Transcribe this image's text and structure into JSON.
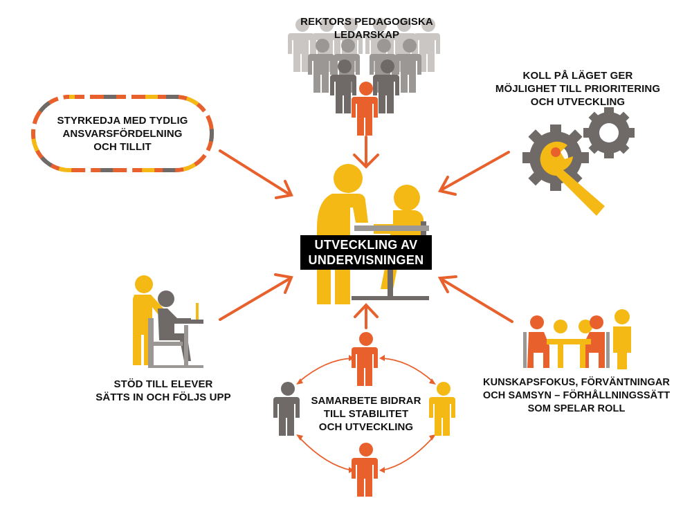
{
  "colors": {
    "orange": "#e8602c",
    "yellow": "#f4b914",
    "gray_dark": "#6f6a67",
    "gray_mid": "#9b9794",
    "gray_light": "#c9c6c4",
    "black": "#000000"
  },
  "center": {
    "line1": "UTVECKLING AV",
    "line2": "UNDERVISNINGEN"
  },
  "nodes": {
    "top": {
      "line1": "REKTORS PEDAGOGISKA",
      "line2": "LEDARSKAP",
      "icon": "people-pyramid-icon"
    },
    "top_right": {
      "line1": "KOLL PÅ LÄGET GER",
      "line2": "MÖJLIGHET TILL PRIORITERING",
      "line3": "OCH UTVECKLING",
      "icon": "gears-wrench-icon"
    },
    "top_left": {
      "line1": "STYRKEDJA MED TYDLIG",
      "line2": "ANSVARSFÖRDELNING",
      "line3": "OCH TILLIT",
      "icon": "chain-icon"
    },
    "bottom_left": {
      "line1": "STÖD TILL ELEVER",
      "line2": "SÄTTS IN OCH FÖLJS UPP",
      "icon": "teacher-student-icon"
    },
    "bottom": {
      "line1": "SAMARBETE BIDRAR",
      "line2": "TILL STABILITET",
      "line3": "OCH UTVECKLING",
      "icon": "collaboration-circle-icon"
    },
    "bottom_right": {
      "line1": "KUNSKAPSFOKUS, FÖRVÄNTNINGAR",
      "line2": "OCH SAMSYN – FÖRHÅLLNINGSSÄTT",
      "line3": "SOM SPELAR ROLL",
      "icon": "meeting-table-icon"
    }
  }
}
